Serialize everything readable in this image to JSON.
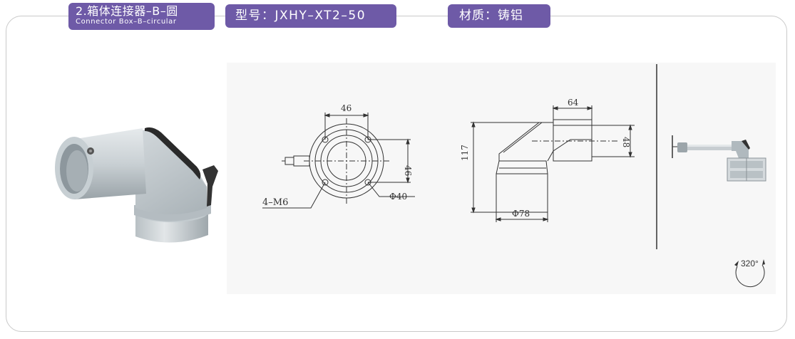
{
  "header": {
    "title_cn": "2.箱体连接器–B–圆",
    "title_en": "Connector Box–B–circular",
    "model": "型号：JXHY–XT2–50",
    "material": "材质：铸铝"
  },
  "front_view": {
    "dim_top": "46",
    "dim_side": "46",
    "bolt_label": "4–M6",
    "diameter_label": "Φ40"
  },
  "side_view": {
    "dim_top": "64",
    "dim_right": "48",
    "dim_height": "117",
    "diameter_label": "Φ78"
  },
  "rotation": {
    "label": "320°"
  }
}
